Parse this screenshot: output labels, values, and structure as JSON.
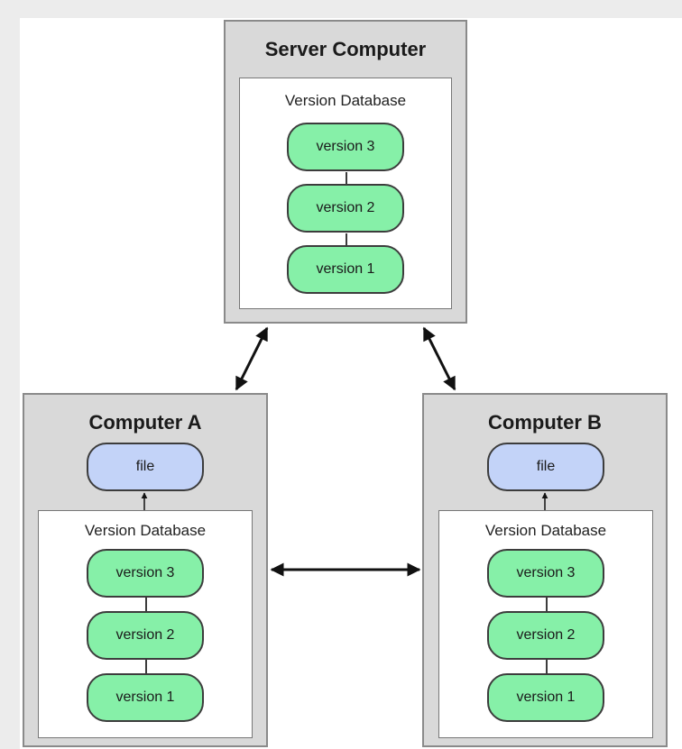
{
  "server": {
    "title": "Server Computer",
    "db_label": "Version Database",
    "versions": [
      "version 3",
      "version 2",
      "version 1"
    ]
  },
  "computer_a": {
    "title": "Computer A",
    "file_label": "file",
    "db_label": "Version Database",
    "versions": [
      "version 3",
      "version 2",
      "version 1"
    ]
  },
  "computer_b": {
    "title": "Computer B",
    "file_label": "file",
    "db_label": "Version Database",
    "versions": [
      "version 3",
      "version 2",
      "version 1"
    ]
  },
  "colors": {
    "version_fill": "#86f0a8",
    "file_fill": "#c3d3f8",
    "box_fill": "#d9d9d9"
  }
}
